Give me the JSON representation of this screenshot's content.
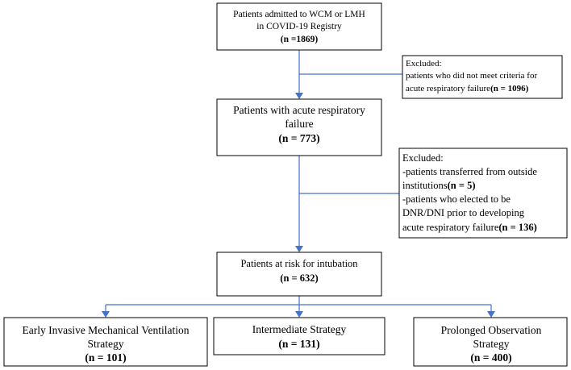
{
  "boxes": {
    "registry": {
      "line1": "Patients admitted to WCM or LMH",
      "line2": "in COVID-19 Registry",
      "count": "(n =1869)"
    },
    "excluded1": {
      "heading": "Excluded:",
      "line1": "patients who did not meet criteria for",
      "line2": "acute respiratory failure",
      "count": "(n = 1096)"
    },
    "arf": {
      "line1": "Patients with acute respiratory",
      "line2": "failure",
      "count": "(n = 773)"
    },
    "excluded2": {
      "heading": "Excluded:",
      "line1": "-patients transferred from outside",
      "line2": "institutions",
      "count1": "(n = 5)",
      "line3": "-patients who elected to be",
      "line4": "DNR/DNI prior to developing",
      "line5": "acute respiratory  failure",
      "count2": "(n = 136)"
    },
    "at_risk": {
      "line1": "Patients  at risk for intubation",
      "count": "(n = 632)"
    },
    "early": {
      "line1": "Early Invasive Mechanical Ventilation",
      "line2": "Strategy",
      "count": "(n = 101)"
    },
    "intermediate": {
      "line1": "Intermediate Strategy",
      "count": "(n = 131)"
    },
    "prolonged": {
      "line1": "Prolonged Observation",
      "line2": "Strategy",
      "count": "(n = 400)"
    }
  },
  "colors": {
    "connector": "#4472c4",
    "box_border": "#000000"
  }
}
